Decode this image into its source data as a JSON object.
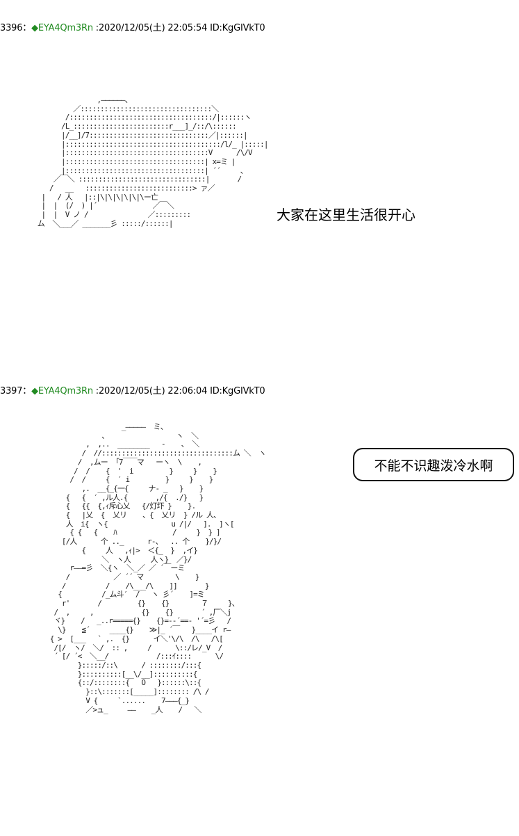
{
  "posts": [
    {
      "number": "3396",
      "separator": "：",
      "trip_mark": "◆",
      "trip": "EYA4Qm3Rn",
      "meta": " :2020/12/05(土) 22:05:54 ID:KgGIVkT0",
      "dialogue": "大家在这里生活很开心",
      "ascii_art": "                ,――――――、\n          ／:::::::::::::::::::::::::::::::::＼\n        /::::::::::::::::::::::::::::::::::::/|::::::ヽ\n       /L_::::::::::::::::::::::::r___]_/::/\\::::::\n       |/__]/7::::::::::::::::::::::::::::::／|::::::|\n       |:::::::::::::::::::::::::::::::::::::::/l/_ |:::::|\n       |::::::::::::::::::::::::::::::::::::V      /\\/V\n       |:::::::::::::::::::::::::::::::::::| x=ミ |\n       |:::::::::::::::::::::::::::::::::::| ´´     、\n     ／￣＼ ::::::::::::::::::::::::::::::::|       /\n    /   __   :::::::::::::::::::::::::::> ァ／\n  |   / 人   |::|\\|\\|\\|\\|\\|\\ー亡\n  |  |  (/  ) |´              ／￣＼\n  |  |  V ノ /               ／:::::::::\n ム  ＼___／ _______彡 :::::/::::::|"
    },
    {
      "number": "3397",
      "separator": "：",
      "trip_mark": "◆",
      "trip": "EYA4Qm3Rn",
      "meta": " :2020/12/05(土) 22:06:04 ID:KgGIVkT0",
      "dialogue": "不能不识趣泼冷水啊",
      "ascii_art": "                   _―――――  ミ、\n              、                 ヽ  ＼\n          ,  ,..  ________   ‐    、 ＼\n         /  //:::::::::::::::::::::::::::::::::ム ＼  ヽ\n        /  ,ムー  ｢7￣￣マ   ーヽ  \\    ,\n       /  /    {  '  i         }     }    }\n      /  /     {  ′ i         }     }    }\n         ,.  __{_{一{     ナ- _   }    }\n     {   {  ′ ,ル人.{       ,/{  ./}   }\n     {   {{  {,ｨ斥心乂   {/灯圷 }    }.\n     {   |乂  {  乂リ    、{  乂リ  } /ル 人、\n     人  i{  ヽ{                u /|/   ].  ]ヽ[\n      { {   {    ﾊ              /     }  } ]\n    [/人      个 .._      r‐、  .. 个    }/}/\n         {     人   ,ｨ|>  ＜{_  }  ,イ}\n              ＼  ヽ人     人ヽ}  ／}/\n      r――=彡  ＼{ヽ  ＼_／ ／ ´￣ーミ\n     /           ／ ´´ マ        \\    }\n    /          /    /\\___/\\    ]]       }\n   {          /_ム斗′  /   ヽ 彡´    ]=ミ\n    r'       /         {}    {}        ７     }、\n  /  ,     ,            {}    {}       ´ ,厂＼j\n  ヾ}    /   _..r====={}    {}=-‐´==- '´=彡   /\n   \\}    ≦´     ____{}    ≫|_ ´￣   }____イ r―\n { >  [___   ` ,.  {}      イ＼'\\/\\  /\\   /\\[\n  /[/  ヽ/  ＼/  :: ,     /      \\::/レ/_V  /\n  ´ [/ ´<  ＼__/            /:::ｲ::::      \\/\n        }:::::/::\\      / ::::::::/:::{\n        }::::::::::[__\\/__]::::::::::{\n        {::/::::::::{   O   }::::::\\::{\n          }::\\:::::::[_____]:::::::: /\\ /\n          V {     `......    7―――{_}\n          ／>ュ_     ――    _人    /   ＼"
    }
  ]
}
